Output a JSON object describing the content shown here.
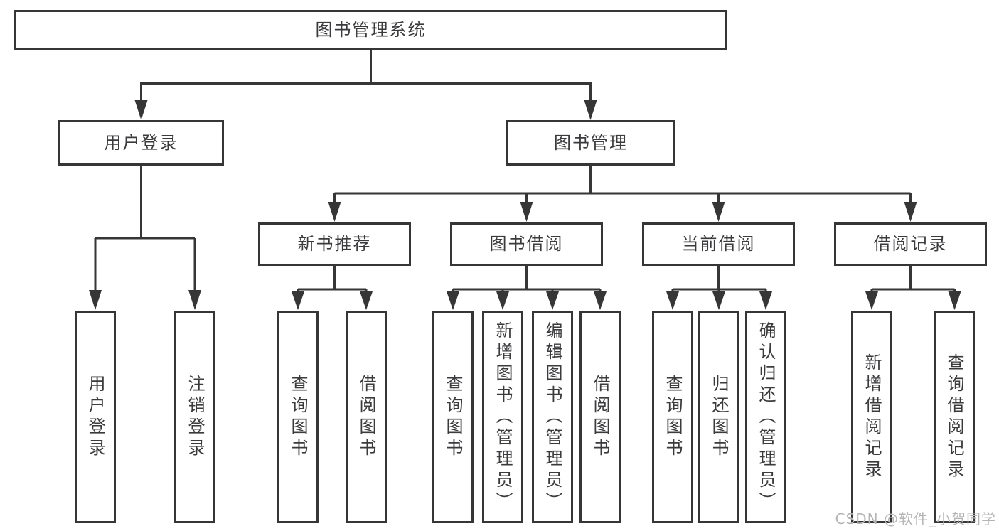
{
  "colors": {
    "line": "#363636",
    "text": "#3b3b3e",
    "watermark": "#b4b4b6",
    "background": "#ffffff"
  },
  "tree": {
    "root": {
      "label": "图书管理系统"
    },
    "branches": [
      {
        "label": "用户登录",
        "children": [
          {
            "label": "用户登录"
          },
          {
            "label": "注销登录"
          }
        ]
      },
      {
        "label": "图书管理",
        "children": [
          {
            "label": "新书推荐",
            "children": [
              {
                "label": "查询图书"
              },
              {
                "label": "借阅图书"
              }
            ]
          },
          {
            "label": "图书借阅",
            "children": [
              {
                "label": "查询图书"
              },
              {
                "label": "新增图书（管理员）"
              },
              {
                "label": "编辑图书（管理员）"
              },
              {
                "label": "借阅图书"
              }
            ]
          },
          {
            "label": "当前借阅",
            "children": [
              {
                "label": "查询图书"
              },
              {
                "label": "归还图书"
              },
              {
                "label": "确认归还（管理员）"
              }
            ]
          },
          {
            "label": "借阅记录",
            "children": [
              {
                "label": "新增借阅记录"
              },
              {
                "label": "查询借阅记录"
              }
            ]
          }
        ]
      }
    ]
  },
  "watermark": {
    "text": "CSDN @软件_小贺同学"
  }
}
